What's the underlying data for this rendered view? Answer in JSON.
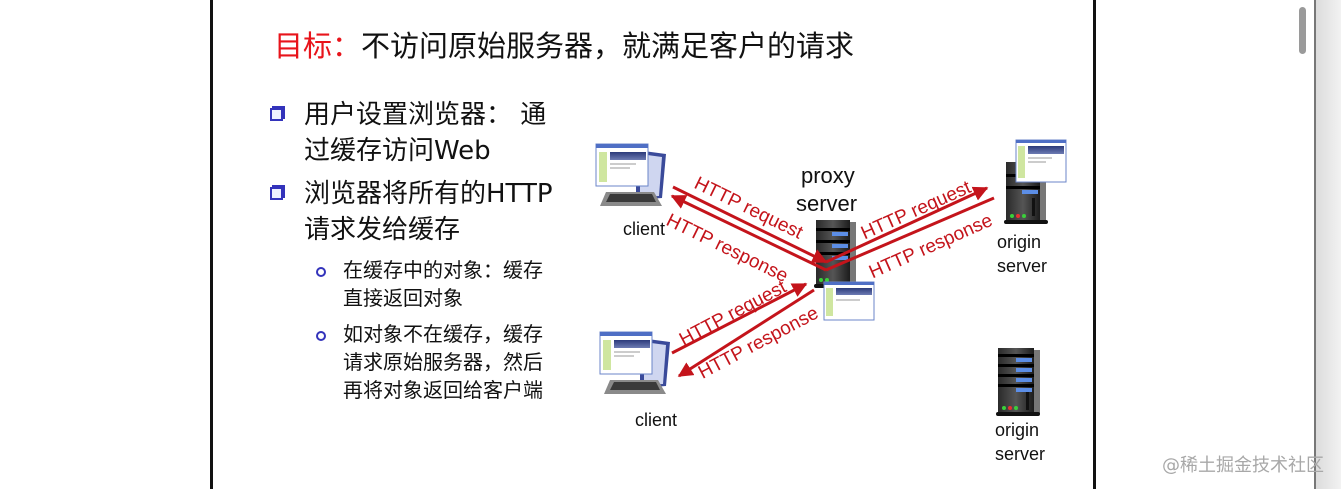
{
  "slide": {
    "title": {
      "label": "目标：",
      "text": "不访问原始服务器，就满足客户的请求"
    },
    "bullets": [
      {
        "level": 1,
        "lines": [
          "用户设置浏览器： 通",
          "过缓存访问Web"
        ]
      },
      {
        "level": 1,
        "lines": [
          "浏览器将所有的HTTP",
          "请求发给缓存"
        ]
      },
      {
        "level": 2,
        "lines": [
          "在缓存中的对象：缓存",
          "直接返回对象"
        ]
      },
      {
        "level": 2,
        "lines": [
          "如对象不在缓存，缓存",
          "请求原始服务器，然后",
          "再将对象返回给客户端"
        ]
      }
    ],
    "diagram": {
      "nodes": {
        "client_top": {
          "label": "client",
          "icon": "desktop-computer-icon"
        },
        "client_bottom": {
          "label": "client",
          "icon": "desktop-computer-icon"
        },
        "proxy": {
          "label_line1": "proxy",
          "label_line2": "server",
          "icon": "server-tower-icon"
        },
        "origin_top": {
          "label_line1": "origin",
          "label_line2": "server",
          "icon": "server-tower-icon"
        },
        "origin_bottom": {
          "label_line1": "origin",
          "label_line2": "server",
          "icon": "server-tower-icon"
        }
      },
      "arrows": {
        "client_top_request": "HTTP request",
        "client_top_response": "HTTP response",
        "origin_request": "HTTP request",
        "origin_response": "HTTP response",
        "client_bottom_request": "HTTP request",
        "client_bottom_response": "HTTP response"
      },
      "arrow_color": "#c4141b"
    }
  },
  "colors": {
    "title_accent": "#e8141b",
    "bullet_blue": "#3333bb",
    "border": "#111111"
  },
  "watermark": "@稀土掘金技术社区"
}
